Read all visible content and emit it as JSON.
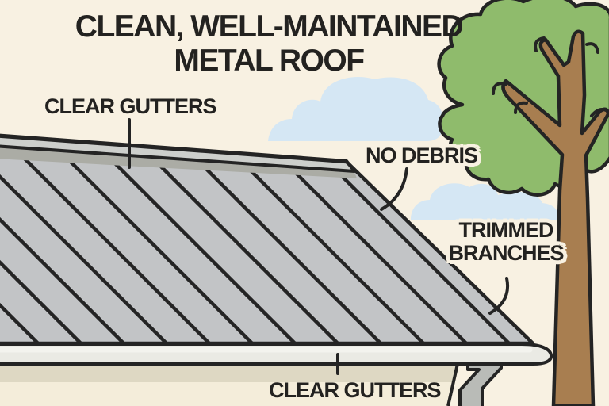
{
  "illustration": {
    "title": {
      "line1": "CLEAN, WELL-MAINTAINED",
      "line2": "METAL ROOF"
    },
    "callouts": {
      "ridge_gutters": "CLEAR GUTTERS",
      "no_debris": "NO DEBRIS",
      "trimmed_branches": "TRIMMED BRANCHES",
      "eave_gutters": "CLEAR GUTTERS"
    },
    "colors": {
      "background": "#f8f1e2",
      "text": "#232220",
      "outline": "#242424",
      "roof_panel": "#c2c4c6",
      "ridge_cap": "#cdcfcc",
      "ridge_shadow": "#abaca5",
      "gutter": "#eaeae4",
      "gutter_highlight": "#f3f3ee",
      "fascia": "#ded8c3",
      "wall": "#f4edda",
      "downspout": "#b9bbb7",
      "cloud": "#d5e7f4",
      "foliage": "#8fbb6c",
      "trunk": "#a87e50"
    }
  }
}
